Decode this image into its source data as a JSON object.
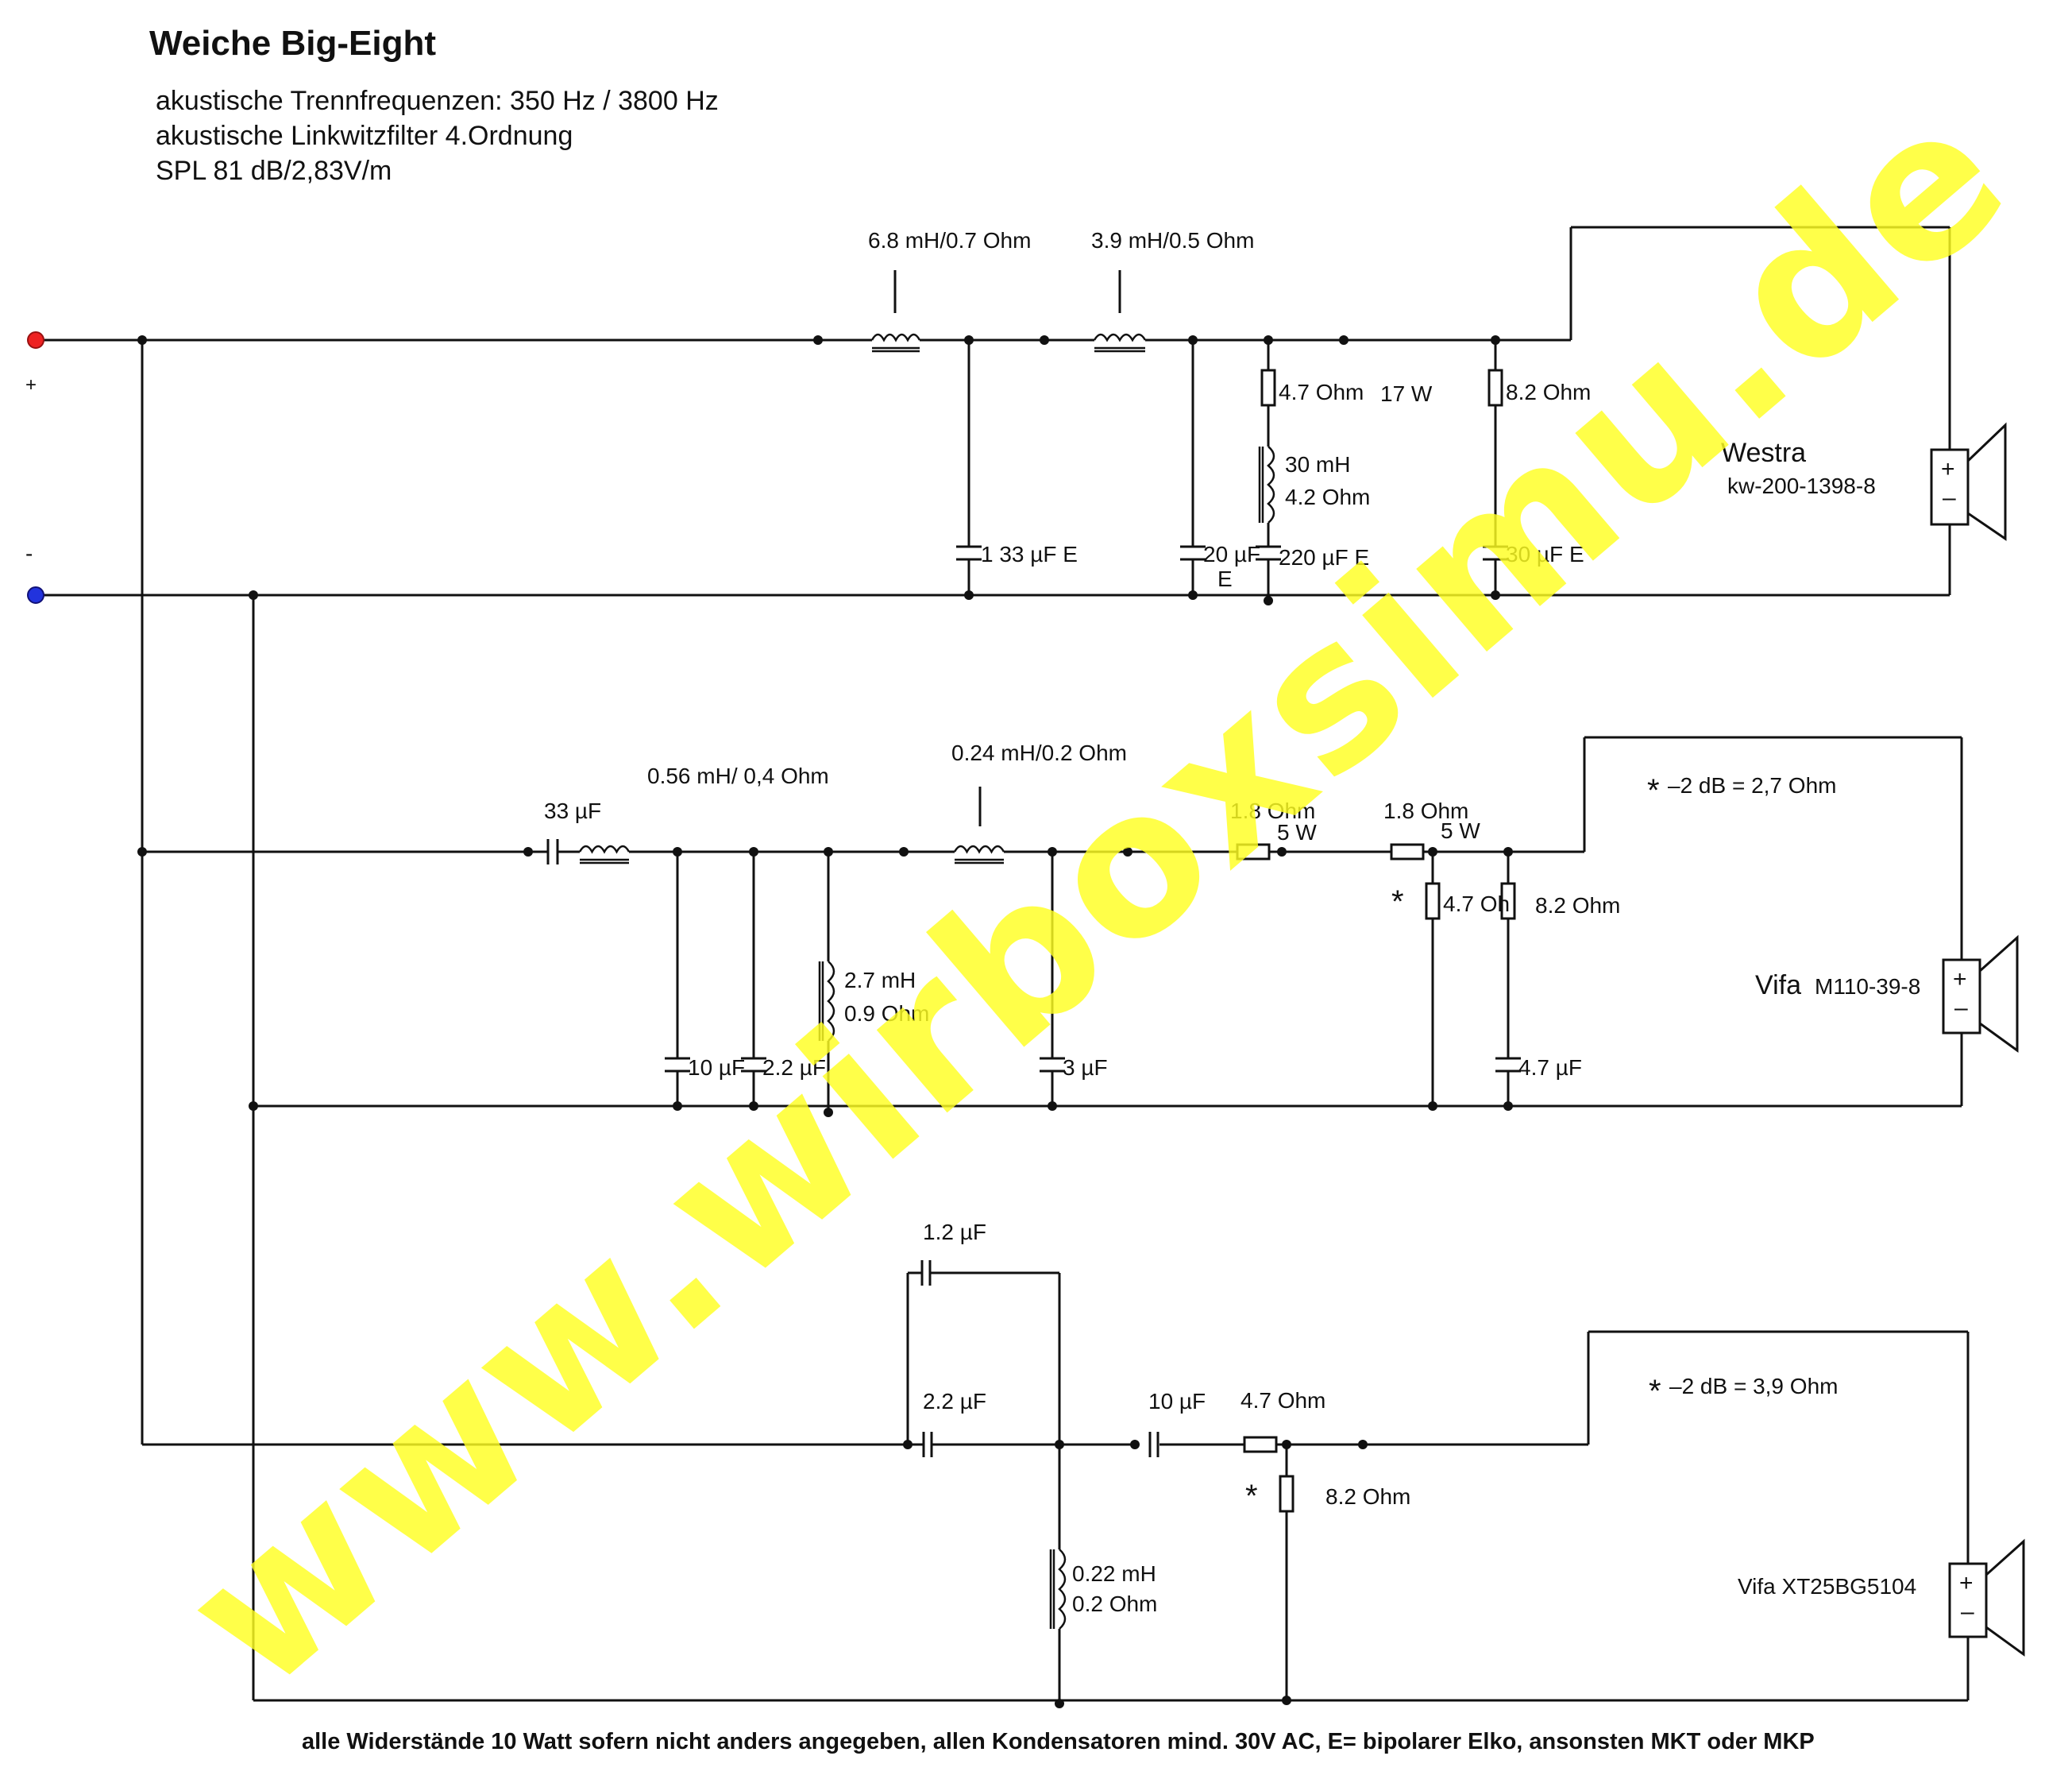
{
  "header": {
    "title": "Weiche Big-Eight",
    "lines": [
      "akustische Trennfrequenzen: 350 Hz / 3800 Hz",
      "akustische Linkwitzfilter 4.Ordnung",
      "SPL 81 dB/2,83V/m"
    ]
  },
  "terminals": {
    "plus": "+",
    "minus": "-"
  },
  "woofer": {
    "driver_name": "Westra",
    "driver_model": "kw-200-1398-8",
    "l1": "6.8 mH/0.7 Ohm",
    "l2": "3.9 mH/0.5 Ohm",
    "c1": "1 33 µF  E",
    "c2": "20 µF",
    "c2_type": "E",
    "r_series": "4.7 Ohm",
    "r_series_power": "17 W",
    "l_series_a": "30 mH",
    "l_series_b": "4.2 Ohm",
    "c_series": "220 µF  E",
    "r_zobel": "8.2 Ohm",
    "c_zobel": "30 µF E"
  },
  "midrange": {
    "driver_name": "Vifa",
    "driver_model": "M110-39-8",
    "c_series": "33 µF",
    "l_series": "0.56 mH/ 0,4 Ohm",
    "l2": "0.24 mH/0.2 Ohm",
    "c_shunt1": "10 µF",
    "c_shunt2": "2.2 µF",
    "l_shunt_a": "2.7 mH",
    "l_shunt_b": "0.9 Ohm",
    "c_shunt3": "3 µF",
    "r1": "1.8 Ohm",
    "r1_power": "5 W",
    "r2": "1.8 Ohm",
    "r2_power": "5 W",
    "r_shunt": "4.7 Oh",
    "r_zobel": "8.2 Ohm",
    "c_zobel": "4.7 µF",
    "star_mark": "*",
    "note": "–2 dB = 2,7 Ohm"
  },
  "tweeter": {
    "driver_name": "Vifa XT25BG5104",
    "c_parallel": "1.2 µF",
    "c1": "2.2 µF",
    "c2": "10 µF",
    "r_series": "4.7 Ohm",
    "r_shunt": "8.2 Ohm",
    "l_shunt_a": "0.22 mH",
    "l_shunt_b": "0.2 Ohm",
    "star_mark": "*",
    "note": "–2 dB = 3,9 Ohm"
  },
  "polarity": {
    "plus": "+",
    "minus": "–"
  },
  "footer": "alle Widerstände 10 Watt sofern nicht anders angegeben, allen Kondensatoren mind. 30V AC, E= bipolarer Elko, ansonsten MKT oder MKP",
  "watermark": "www.wirboxsimu.de",
  "colors": {
    "wire": "#111111",
    "plus_terminal": "#ee2222",
    "minus_terminal": "#2233dd",
    "watermark": "#ffff22",
    "polarity_plus": "#ee2222",
    "polarity_minus": "#2233dd"
  }
}
